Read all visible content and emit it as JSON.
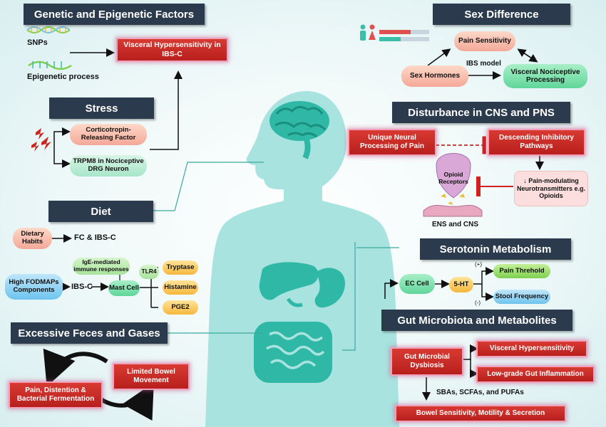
{
  "genetic": {
    "title": "Genetic and Epigenetic Factors",
    "snps": "SNPs",
    "epigenetic": "Epigenetic process",
    "outcome": "Visceral Hypersensitivity in IBS-C"
  },
  "stress": {
    "title": "Stress",
    "crf": "Corticotropin-Releasing Factor",
    "trpm8": "TRPM8 in Nociceptive DRG Neuron"
  },
  "diet": {
    "title": "Diet",
    "dietary_habits": "Dietary Habits",
    "fc_ibsc": "FC & IBS-C",
    "fodmap": "High FODMAPs Components",
    "ibsc": "IBS-C",
    "ige": "IgE-mediated immune responses",
    "tlr4": "TLR4",
    "mast_cell": "Mast Cell",
    "tryptase": "Tryptase",
    "histamine": "Histamine",
    "pge2": "PGE2"
  },
  "feces": {
    "title": "Excessive Feces and Gases",
    "limited": "Limited Bowel Movement",
    "pain": "Pain, Distention & Bacterial Fermentation"
  },
  "sex": {
    "title": "Sex Difference",
    "pain_sensitivity": "Pain Sensitivity",
    "ibs_model": "IBS model",
    "hormones": "Sex Hormones",
    "visceral": "Visceral Nociceptive Processing"
  },
  "cns": {
    "title": "Disturbance in CNS and PNS",
    "unique": "Unique Neural Processing of Pain",
    "descending": "Descending Inhibitory Pathways",
    "opioid": "Opioid Receptors",
    "pain_mod": "↓ Pain-modulating Neurotransmitters e.g. Opioids",
    "ens": "ENS and CNS"
  },
  "serotonin": {
    "title": "Serotonin Metabolism",
    "ec_cell": "EC Cell",
    "ht": "5-HT",
    "plus": "(+)",
    "minus": "(-)",
    "pain_threshold": "Pain Threhold",
    "stool": "Stool Frequency"
  },
  "microbiota": {
    "title": "Gut Microbiota and Metabolites",
    "dysbiosis": "Gut Microbial Dysbiosis",
    "visceral": "Visceral Hypersensitivity",
    "inflammation": "Low-grade Gut Inflammation",
    "metabolites": "SBAs, SCFAs, and PUFAs",
    "bowel": "Bowel Sensitivity, Motility & Secretion"
  },
  "colors": {
    "header": "#2b3a4d",
    "red": "#c8271f",
    "body": "#a8e3df",
    "organ": "#3bbfaa",
    "line": "#3aa8a0"
  }
}
